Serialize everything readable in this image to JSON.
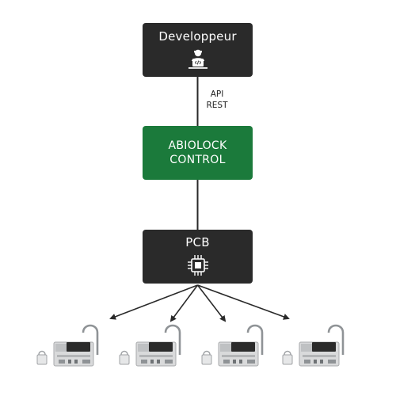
{
  "nodes": {
    "developer": {
      "label": "Developpeur",
      "icon": "developer-laptop-icon"
    },
    "abiolock": {
      "line1": "ABIOLOCK",
      "line2": "CONTROL"
    },
    "pcb": {
      "label": "PCB",
      "icon": "chip-icon"
    }
  },
  "edges": {
    "developer_to_abiolock": {
      "line1": "API",
      "line2": "REST"
    }
  },
  "locks": [
    {
      "icon": "padlock-module-icon"
    },
    {
      "icon": "padlock-module-icon"
    },
    {
      "icon": "padlock-module-icon"
    },
    {
      "icon": "padlock-module-icon"
    }
  ],
  "colors": {
    "dark_box": "#2a2a2a",
    "green_box": "#1b7a3b",
    "line": "#2a2a2a"
  }
}
